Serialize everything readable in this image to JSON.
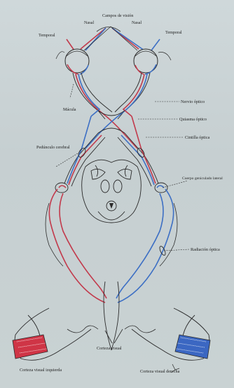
{
  "labels": {
    "visual_fields": "Campos de visión",
    "nasal_left": "Nasal",
    "nasal_right": "Nasal",
    "temporal_left": "Temporal",
    "temporal_right": "Temporal",
    "macula": "Mácula",
    "optic_nerve": "Nervio óptico",
    "optic_chiasm": "Quiasma óptico",
    "optic_tract": "Cintilla óptica",
    "cerebral_peduncle": "Pedúnculo cerebral",
    "lateral_geniculate": "Cuerpo geniculado lateral",
    "optic_radiation": "Radiación óptica",
    "visual_cortex": "Corteza visual",
    "left_visual_cortex": "Corteza visual izquierda",
    "right_visual_cortex": "Corteza visual derecha"
  },
  "colors": {
    "left_pathway": "#c23a4c",
    "right_pathway": "#3d6fc4",
    "background": "#c7d1d3"
  }
}
